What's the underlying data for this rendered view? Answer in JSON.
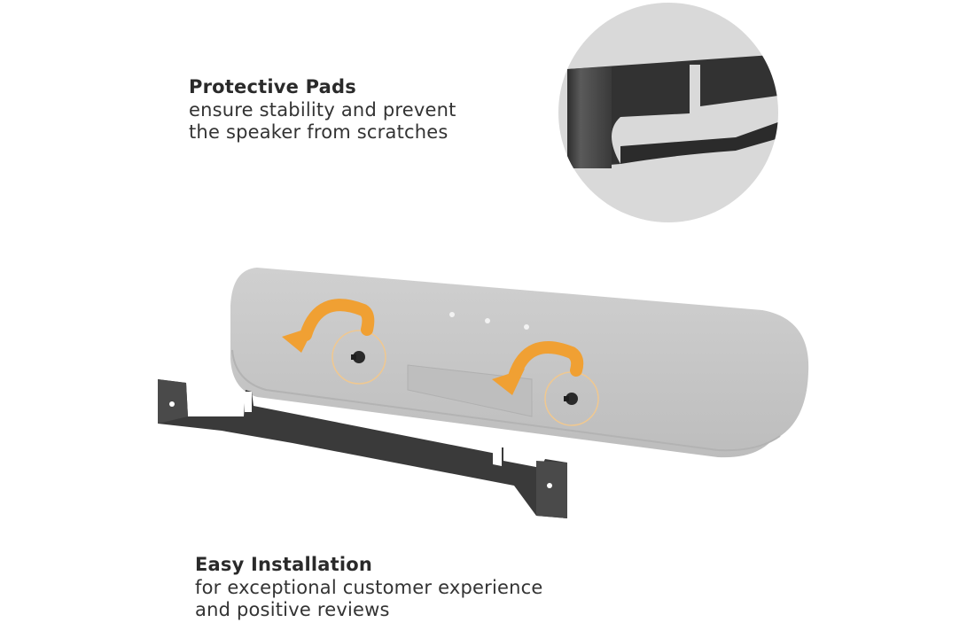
{
  "features": {
    "protective_pads": {
      "title": "Protective Pads",
      "line1": "ensure stability and prevent",
      "line2": "the speaker from scratches"
    },
    "easy_installation": {
      "title": "Easy Installation",
      "line1": "for exceptional customer experience",
      "line2": "and positive reviews"
    }
  },
  "colors": {
    "background": "#ffffff",
    "speaker": "#c8c8c8",
    "bracket": "#3a3a3a",
    "arrow": "#f0a033",
    "zoom_circle": "#d9d9d9",
    "text": "#2b2b2b"
  },
  "icons": {
    "rotate_arrow": "curved-arrow-icon"
  }
}
